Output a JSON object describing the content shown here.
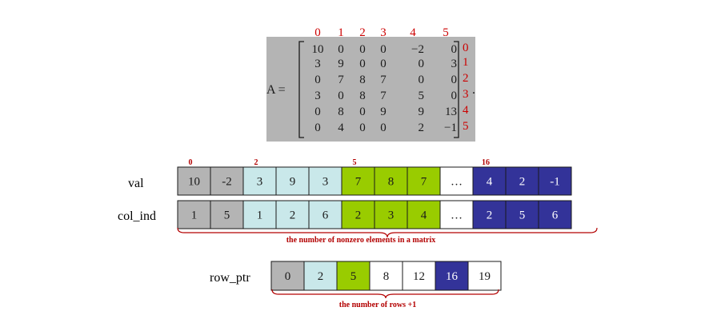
{
  "colors": {
    "gray": "#b4b4b4",
    "light_blue": "#c9e8ea",
    "green": "#99cc00",
    "navy": "#333399",
    "white": "#ffffff",
    "red_text": "#cc0000",
    "matrix_bg": "#b4b4b4"
  },
  "matrix": {
    "label": "A =",
    "trailing": ".",
    "col_indices": [
      "0",
      "1",
      "2",
      "3",
      "4",
      "5"
    ],
    "row_indices": [
      "0",
      "1",
      "2",
      "3",
      "4",
      "5"
    ],
    "rows": [
      [
        "10",
        "0",
        "0",
        "0",
        "−2",
        "0"
      ],
      [
        "3",
        "9",
        "0",
        "0",
        "0",
        "3"
      ],
      [
        "0",
        "7",
        "8",
        "7",
        "0",
        "0"
      ],
      [
        "3",
        "0",
        "8",
        "7",
        "5",
        "0"
      ],
      [
        "0",
        "8",
        "0",
        "9",
        "9",
        "13"
      ],
      [
        "0",
        "4",
        "0",
        "0",
        "2",
        "−1"
      ]
    ]
  },
  "val": {
    "label": "val",
    "cells": [
      {
        "text": "10",
        "color": "gray"
      },
      {
        "text": "-2",
        "color": "gray"
      },
      {
        "text": "3",
        "color": "light_blue"
      },
      {
        "text": "9",
        "color": "light_blue"
      },
      {
        "text": "3",
        "color": "light_blue"
      },
      {
        "text": "7",
        "color": "green"
      },
      {
        "text": "8",
        "color": "green"
      },
      {
        "text": "7",
        "color": "green"
      },
      {
        "text": "…",
        "color": "white"
      },
      {
        "text": "4",
        "color": "navy"
      },
      {
        "text": "2",
        "color": "navy"
      },
      {
        "text": "-1",
        "color": "navy"
      }
    ],
    "markers": [
      {
        "text": "0",
        "cell": 0
      },
      {
        "text": "2",
        "cell": 2
      },
      {
        "text": "5",
        "cell": 5
      },
      {
        "text": "16",
        "cell": 9
      }
    ]
  },
  "col_ind": {
    "label": "col_ind",
    "cells": [
      {
        "text": "1",
        "color": "gray"
      },
      {
        "text": "5",
        "color": "gray"
      },
      {
        "text": "1",
        "color": "light_blue"
      },
      {
        "text": "2",
        "color": "light_blue"
      },
      {
        "text": "6",
        "color": "light_blue"
      },
      {
        "text": "2",
        "color": "green"
      },
      {
        "text": "3",
        "color": "green"
      },
      {
        "text": "4",
        "color": "green"
      },
      {
        "text": "…",
        "color": "white"
      },
      {
        "text": "2",
        "color": "navy"
      },
      {
        "text": "5",
        "color": "navy"
      },
      {
        "text": "6",
        "color": "navy"
      }
    ],
    "brace_label": "the number of nonzero elements in a matrix"
  },
  "row_ptr": {
    "label": "row_ptr",
    "cells": [
      {
        "text": "0",
        "color": "gray"
      },
      {
        "text": "2",
        "color": "light_blue"
      },
      {
        "text": "5",
        "color": "green"
      },
      {
        "text": "8",
        "color": "white"
      },
      {
        "text": "12",
        "color": "white"
      },
      {
        "text": "16",
        "color": "navy"
      },
      {
        "text": "19",
        "color": "white"
      }
    ],
    "brace_label": "the number of rows +1"
  }
}
